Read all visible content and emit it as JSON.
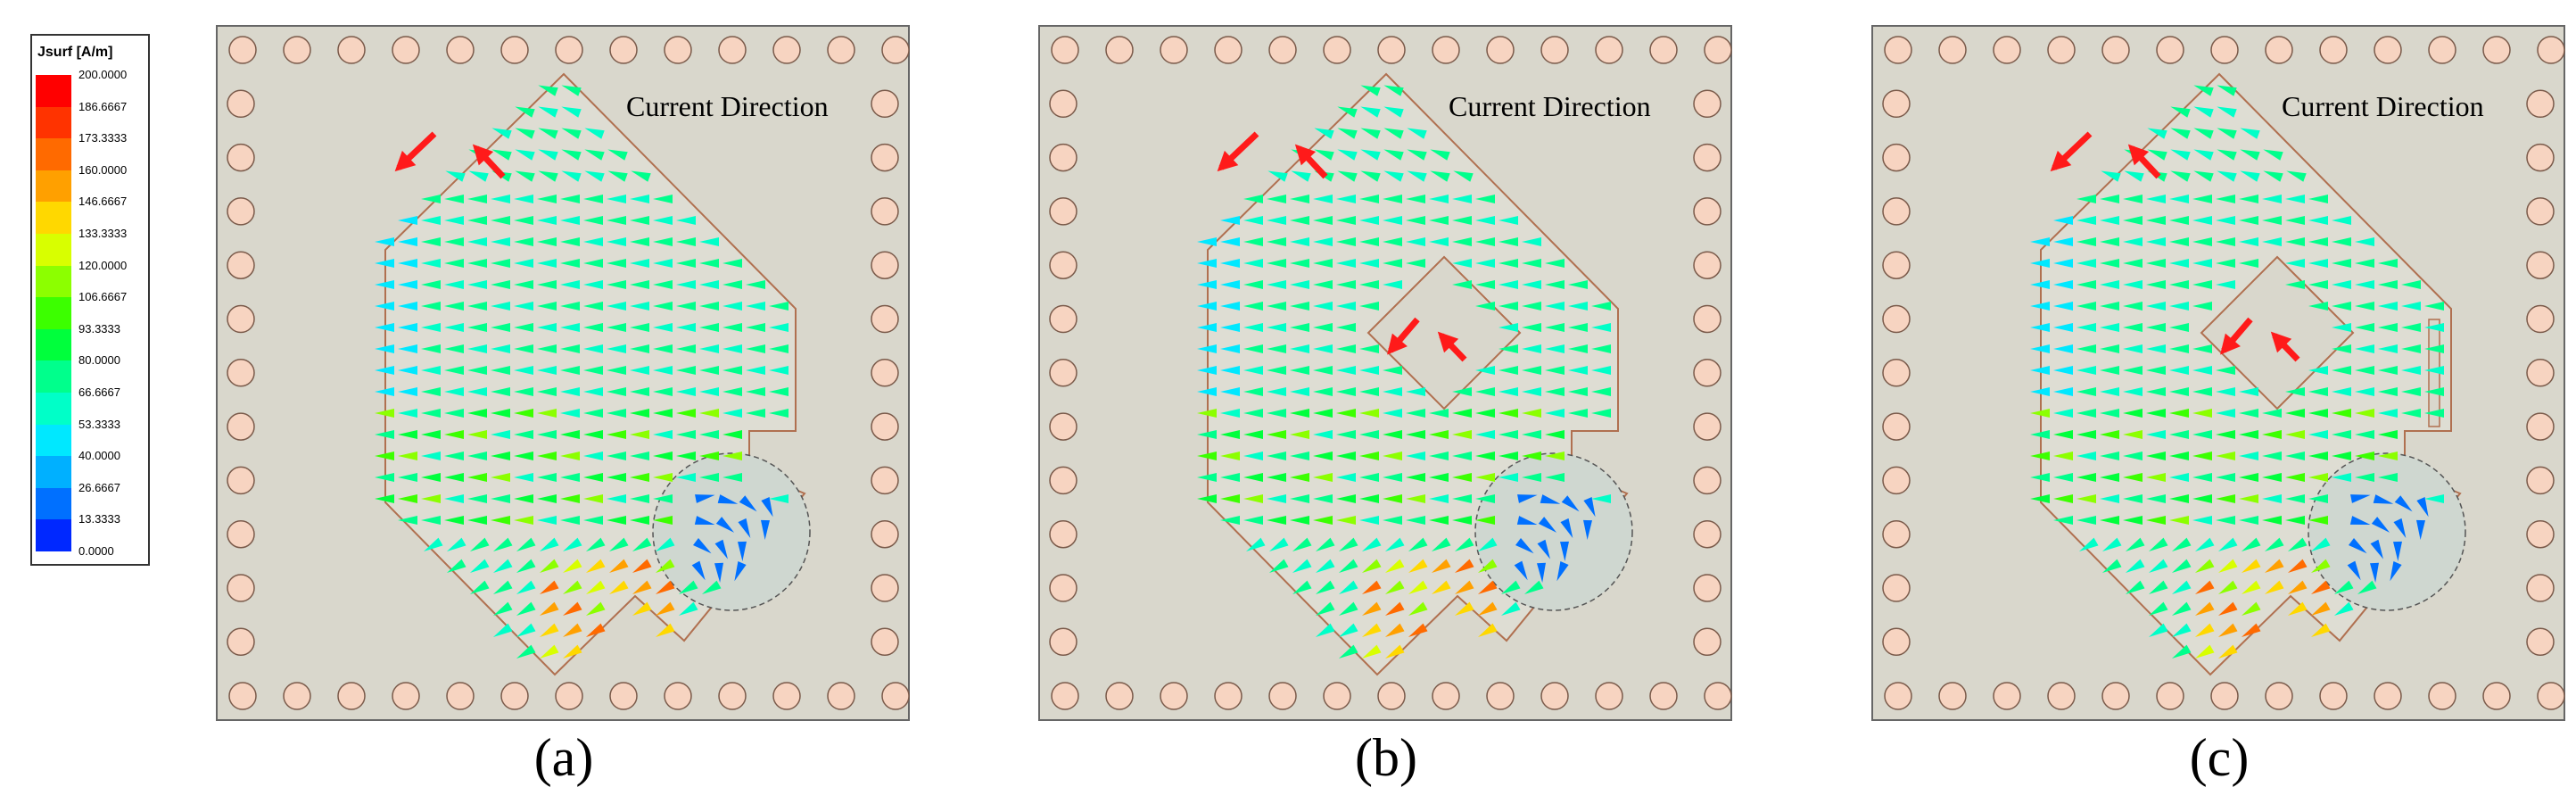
{
  "legend": {
    "title": "Jsurf [A/m]",
    "ticks": [
      "200.0000",
      "186.6667",
      "173.3333",
      "160.0000",
      "146.6667",
      "133.3333",
      "120.0000",
      "106.6667",
      "93.3333",
      "80.0000",
      "66.6667",
      "53.3333",
      "40.0000",
      "26.6667",
      "13.3333",
      "0.0000"
    ],
    "colors": [
      "#ff0000",
      "#ff3300",
      "#ff6a00",
      "#ffa000",
      "#ffd800",
      "#d8ff00",
      "#8cff00",
      "#3cff00",
      "#00ff3c",
      "#00ff8c",
      "#00ffc8",
      "#00e8ff",
      "#00b0ff",
      "#0070ff",
      "#0028ff"
    ]
  },
  "panels": [
    {
      "caption": "(a)",
      "annotation": "Current Direction",
      "has_slot": false,
      "extra_slot": false
    },
    {
      "caption": "(b)",
      "annotation": "Current Direction",
      "has_slot": true,
      "extra_slot": false
    },
    {
      "caption": "(c)",
      "annotation": "Current Direction",
      "has_slot": true,
      "extra_slot": true
    }
  ],
  "colors": {
    "board": "#d9d7cc",
    "via": "#f7d4c1",
    "arrow_red": "#ff1a1a",
    "patch_edge": "#b07050"
  }
}
